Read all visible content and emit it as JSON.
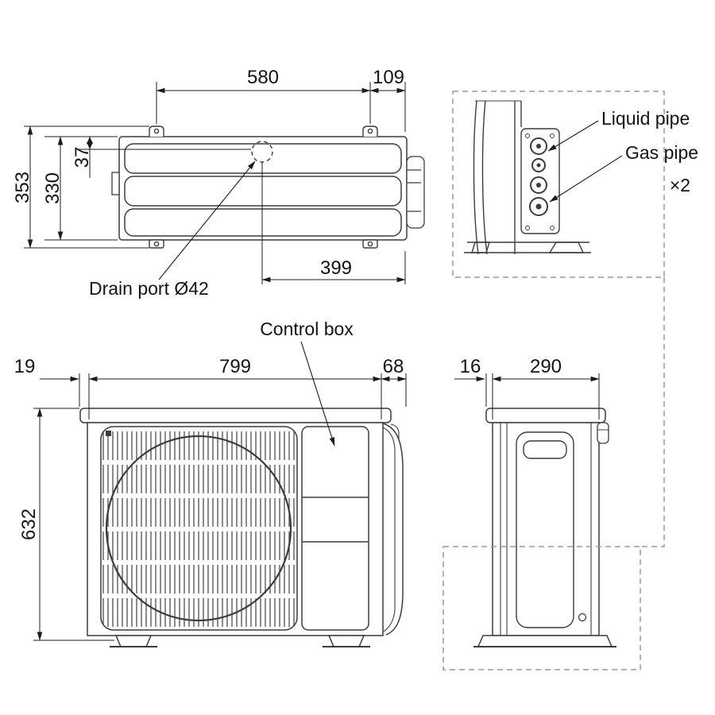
{
  "drawing": {
    "type": "technical-dimension-drawing",
    "subject": "Air conditioner outdoor unit"
  },
  "labels": {
    "drain_port": "Drain port Ø42",
    "control_box": "Control box",
    "liquid_pipe": "Liquid pipe",
    "gas_pipe": "Gas pipe",
    "pipe_quantity": "×2"
  },
  "dimensions": {
    "top_view": {
      "mount_hole_pitch": "580",
      "mount_to_side": "109",
      "overall_depth": "353",
      "body_depth": "330",
      "drain_from_front": "37",
      "drain_from_right": "399"
    },
    "front_view": {
      "left_margin": "19",
      "width": "799",
      "right_margin": "68",
      "height": "632"
    },
    "side_view": {
      "front_margin": "16",
      "depth": "290"
    }
  },
  "style": {
    "line_color": "#3c3c3c",
    "dim_color": "#1c1c1c",
    "dashed_color": "#9a9a9a",
    "background": "#ffffff"
  }
}
